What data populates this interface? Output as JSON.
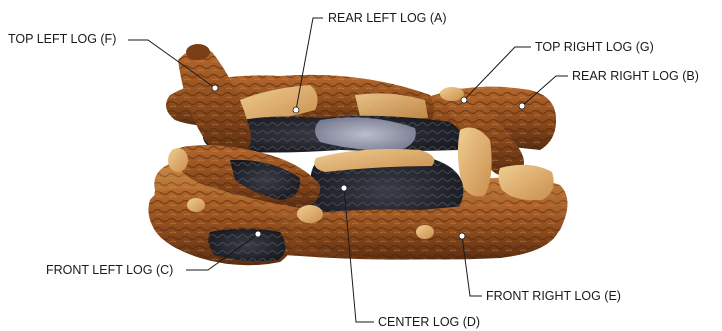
{
  "diagram": {
    "labels": {
      "top_left_log": "TOP LEFT LOG (F)",
      "rear_left_log": "REAR LEFT LOG (A)",
      "top_right_log": "TOP RIGHT LOG (G)",
      "rear_right_log": "REAR RIGHT LOG (B)",
      "front_left_log": "FRONT LEFT LOG (C)",
      "front_right_log": "FRONT RIGHT LOG (E)",
      "center_log": "CENTER LOG (D)"
    },
    "colors": {
      "log_bark_dark": "#5a2e12",
      "log_bark_mid": "#8b4a1c",
      "log_bark_light": "#c07a3a",
      "log_cut_end": "#e2b573",
      "ember_char": "#23242b",
      "ember_glow": "#9fa4b8",
      "grate_base": "#a8602a",
      "line": "#1a1a1a"
    }
  }
}
